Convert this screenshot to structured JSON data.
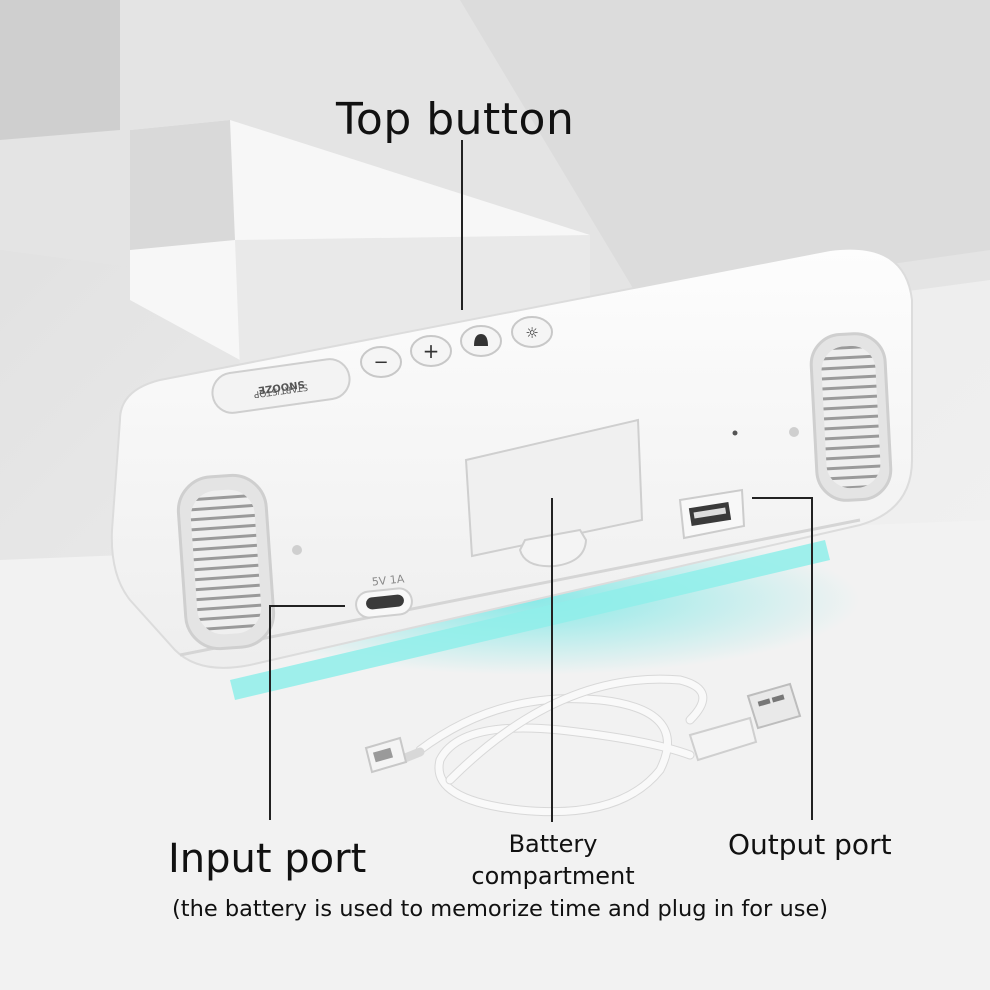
{
  "labels": {
    "top_button": "Top button",
    "input_port": "Input port",
    "battery_line1": "Battery",
    "battery_line2": "compartment",
    "output_port": "Output port",
    "note": "(the battery is used to memorize time and plug in for use)"
  },
  "device": {
    "snooze_line1": "SNOOZE",
    "snooze_line2": "START/STOP",
    "buttons": [
      "minus-icon",
      "plus-icon",
      "alarm-bell-icon",
      "brightness-icon"
    ],
    "port_rating": "5V 1A",
    "led_color": "#7fe8e6",
    "body_color": "#f6f6f6"
  },
  "accessory": "usb-cable"
}
